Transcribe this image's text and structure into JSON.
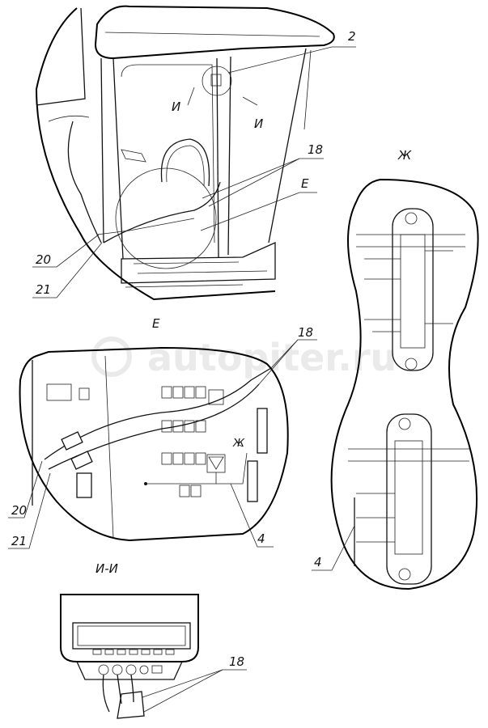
{
  "watermark": "autopiter.ru",
  "callouts": {
    "c2": "2",
    "c18a": "18",
    "c18b": "18",
    "c18c": "18",
    "c20a": "20",
    "c21a": "21",
    "c20b": "20",
    "c21b": "21",
    "c4a": "4",
    "c4b": "4"
  },
  "view_marks": {
    "i_left": "И",
    "i_right": "И",
    "e_pointer": "Е",
    "zh_pointer": "Ж",
    "view_e": "Е",
    "view_zh": "Ж",
    "section_ii": "И-И"
  }
}
